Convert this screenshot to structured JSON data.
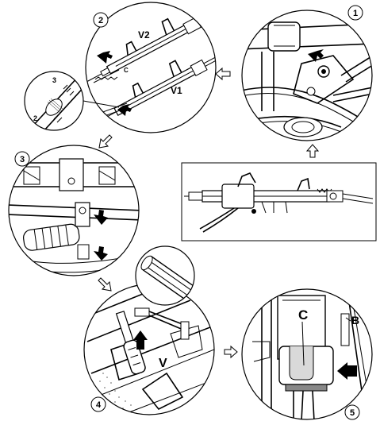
{
  "steps": [
    "1",
    "2",
    "3",
    "4",
    "5"
  ],
  "labels": {
    "v1": "V1",
    "v2": "V2",
    "c_small": "C",
    "detail_3": "3",
    "detail_2": "2",
    "v_large": "V",
    "c_large": "C",
    "b": "B"
  },
  "colors": {
    "line": "#000000",
    "background": "#ffffff",
    "shadow": "#d9d9d9",
    "pad": "#888888"
  }
}
